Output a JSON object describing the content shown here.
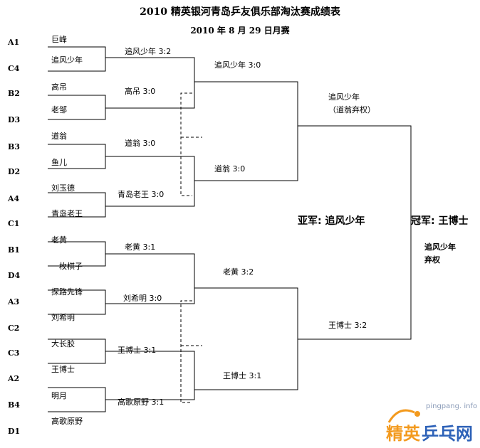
{
  "title": "2010 精英银河青岛乒友俱乐部淘汰赛成绩表",
  "subtitle": "2010 年 8 月 29 日月赛",
  "seeds": [
    "A1",
    "C4",
    "B2",
    "D3",
    "B3",
    "D2",
    "A4",
    "C1",
    "B1",
    "D4",
    "A3",
    "C2",
    "C3",
    "A2",
    "B4",
    "D1"
  ],
  "players": [
    "巨峰",
    "追风少年",
    "高吊",
    "老邹",
    "道翁",
    "鱼儿",
    "刘玉德",
    "青岛老王",
    "老黄",
    "一枚棋子",
    "探路先锋",
    "刘希明",
    "大长胶",
    "王博士",
    "明月",
    "高歌原野"
  ],
  "round1": [
    "追风少年 3:2",
    "高吊 3:0",
    "道翁 3:0",
    "青岛老王 3:0",
    "老黄 3:1",
    "刘希明 3:0",
    "王博士 3:1",
    "高歌原野 3:1"
  ],
  "round2": [
    "追风少年 3:0",
    "道翁 3:0",
    "老黄 3:2",
    "王博士 3:1"
  ],
  "semifinal_top": {
    "line1": "追风少年",
    "line2": "（道翁弃权）"
  },
  "semifinal_bottom": "王博士 3:2",
  "runner_up": "亚军: 追风少年",
  "champion": "冠军: 王博士",
  "final_note": {
    "line1": "追风少年",
    "line2": "弃权"
  },
  "watermark": {
    "site": "pingpang. info",
    "brand1": "精英",
    "brand2": "乒乓网"
  },
  "colors": {
    "line": "#000000",
    "logo_orange": "#f39a1e",
    "logo_blue": "#2e62b8"
  }
}
